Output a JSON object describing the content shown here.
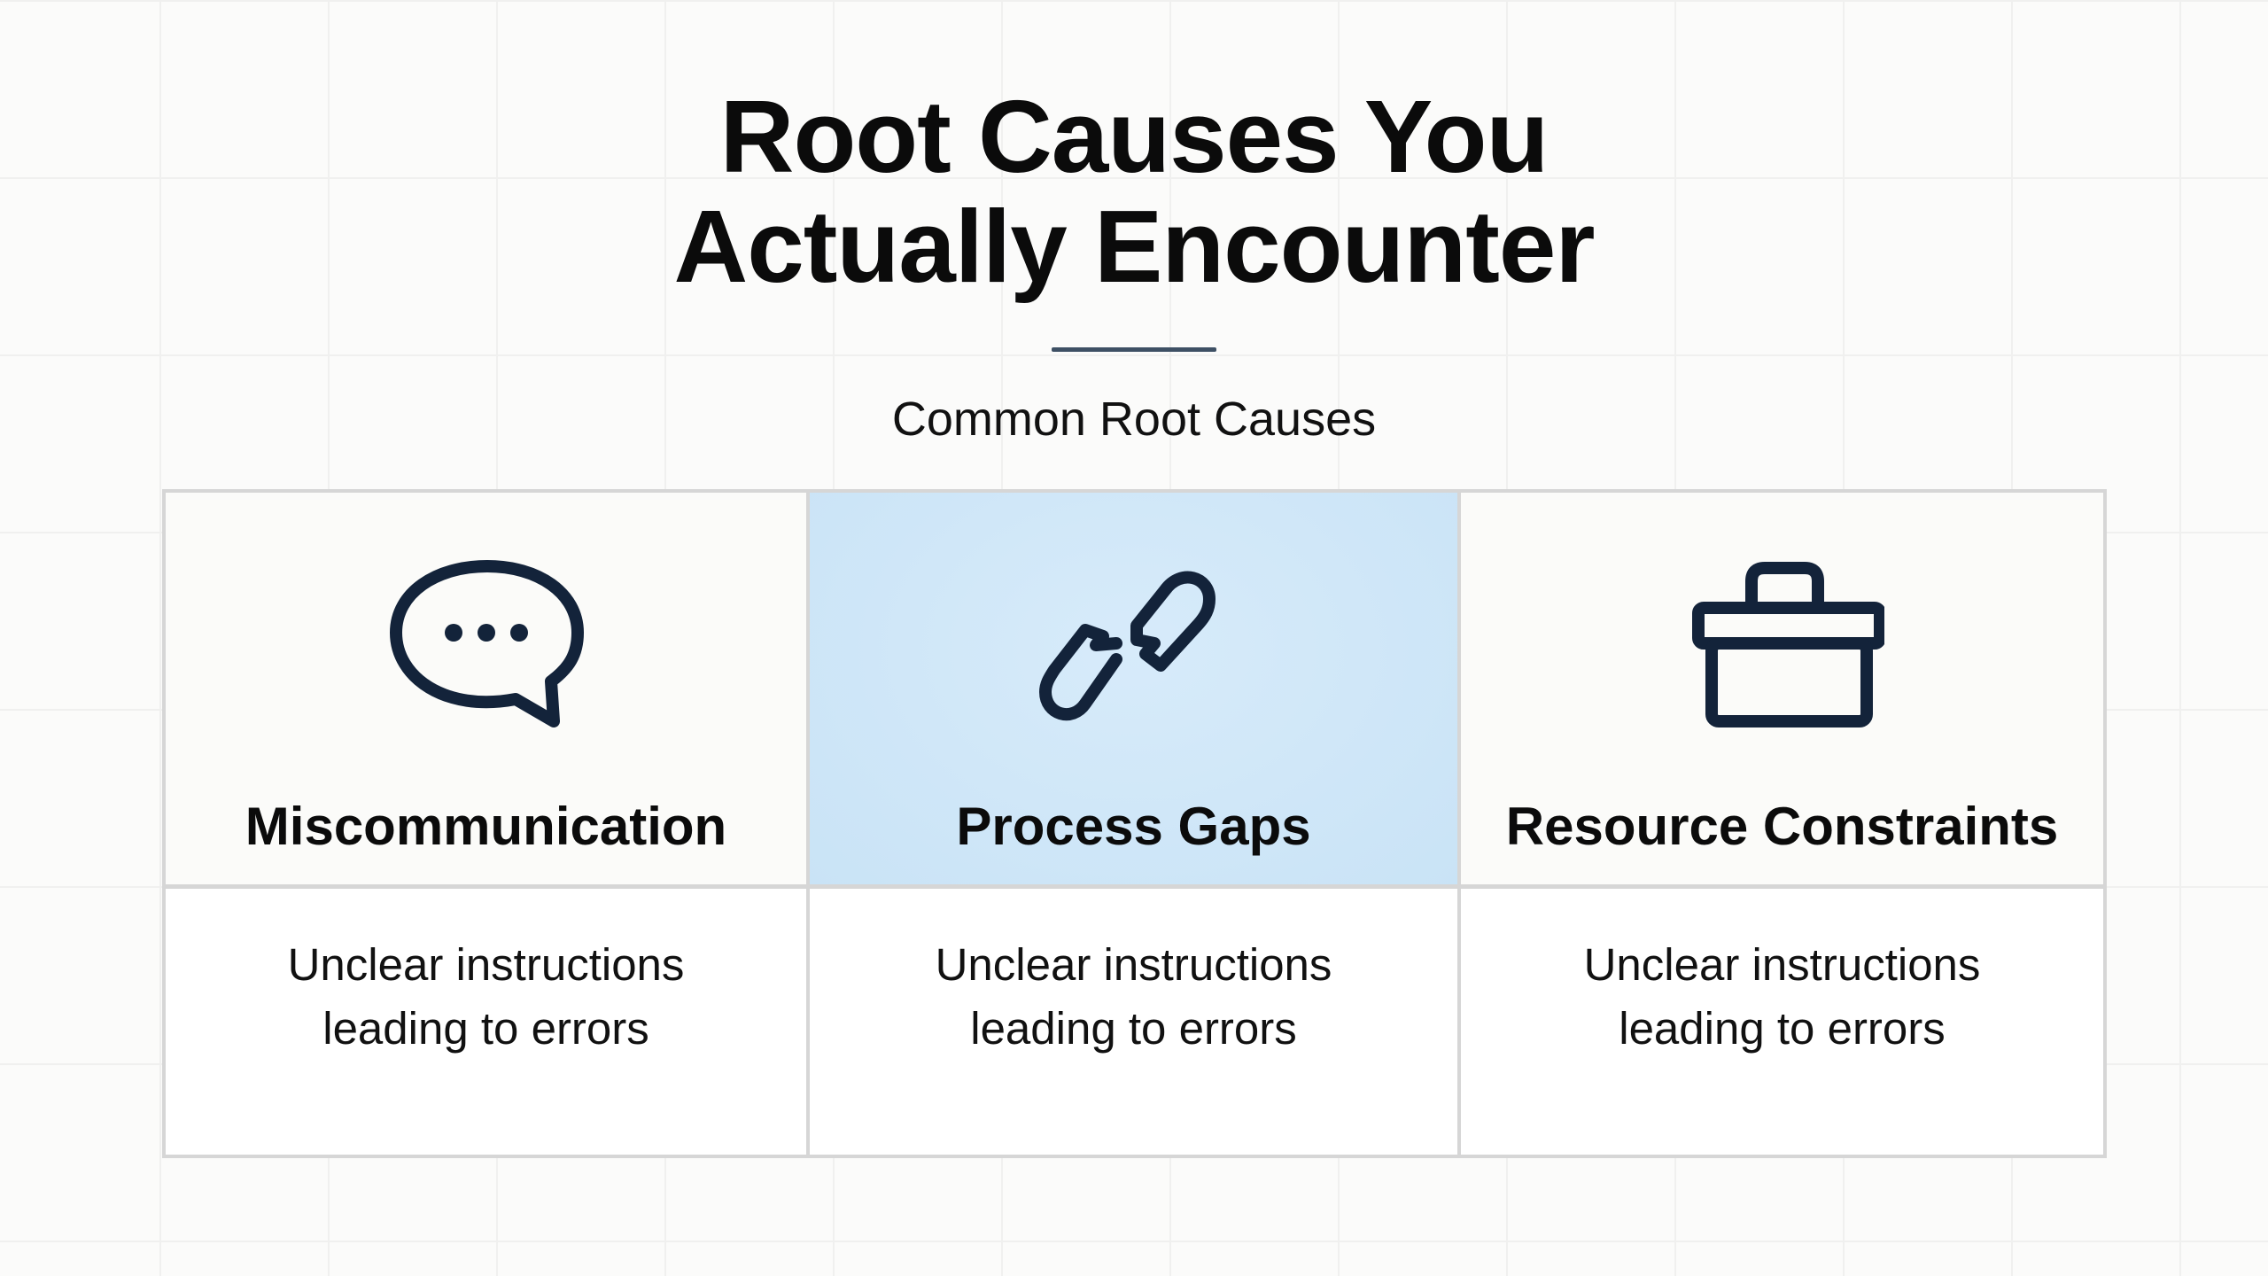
{
  "title": {
    "line1": "Root Causes You",
    "line2": "Actually Encounter"
  },
  "subtitle": "Common Root Causes",
  "colors": {
    "icon": "#13233a",
    "highlight": "#cfe6f7",
    "divider": "#3e5064"
  },
  "causes": [
    {
      "title": "Miscommunication",
      "icon": "speech-bubble-icon",
      "desc1": "Unclear instructions",
      "desc2": "leading to errors"
    },
    {
      "title": "Process Gaps",
      "icon": "broken-link-icon",
      "desc1": "Unclear instructions",
      "desc2": "leading to errors"
    },
    {
      "title": "Resource Constraints",
      "icon": "toolbox-icon",
      "desc1": "Unclear instructions",
      "desc2": "leading to errors"
    }
  ]
}
